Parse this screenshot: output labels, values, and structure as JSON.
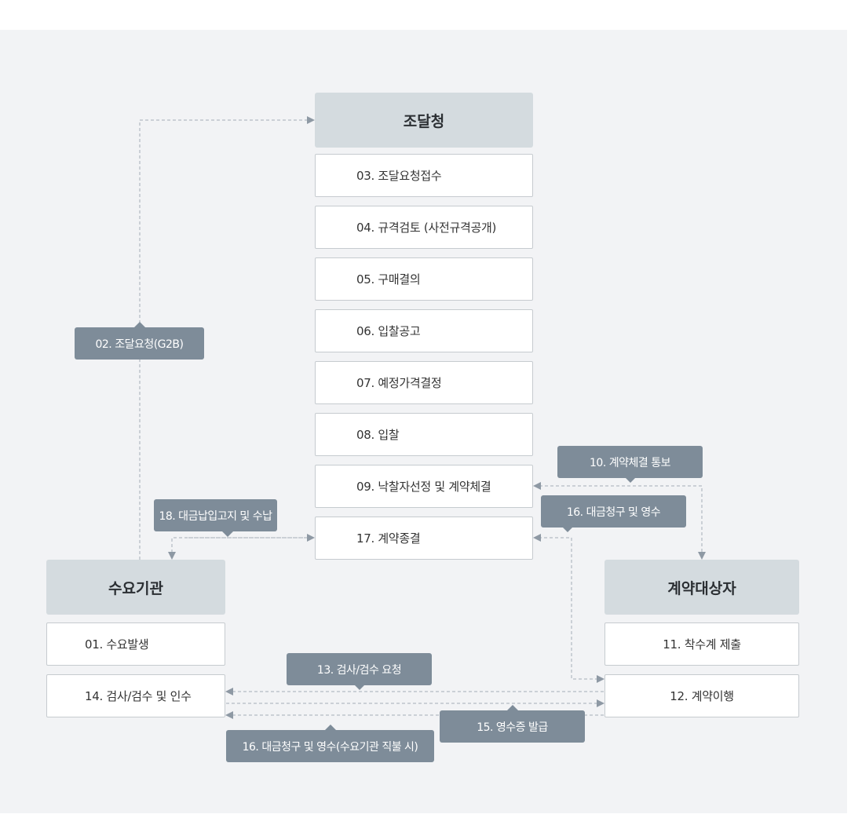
{
  "diagram": {
    "headers": {
      "procurement": "조달청",
      "demand": "수요기관",
      "contractor": "계약대상자"
    },
    "procurement_steps": [
      "03. 조달요청접수",
      "04. 규격검토 (사전규격공개)",
      "05. 구매결의",
      "06. 입찰공고",
      "07. 예정가격결정",
      "08. 입찰",
      "09. 낙찰자선정 및 계약체결",
      "17. 계약종결"
    ],
    "demand_steps": [
      "01. 수요발생",
      "14. 검사/검수 및 인수"
    ],
    "contractor_steps": [
      "11. 착수계 제출",
      "12. 계약이행"
    ],
    "flow_labels": {
      "request": "02. 조달요청(G2B)",
      "notify": "10. 계약체결 통보",
      "claim": "16. 대금청구 및 영수",
      "payment": "18. 대금납입고지 및 수납",
      "inspect": "13. 검사/검수 요청",
      "receipt": "15. 영수증 발급",
      "direct_claim": "16. 대금청구 및 영수(수요기관 직불 시)"
    },
    "colors": {
      "background": "#f2f3f5",
      "header": "#d4dbdf",
      "tag": "#7e8c99",
      "line": "#8e99a4"
    }
  }
}
